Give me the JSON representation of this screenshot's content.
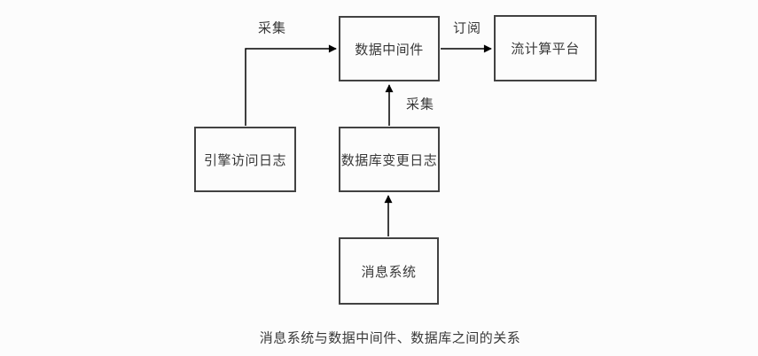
{
  "diagram": {
    "nodes": {
      "data_middleware": "数据中间件",
      "stream_platform": "流计算平台",
      "engine_access_log": "引擎访问日志",
      "db_change_log": "数据库变更日志",
      "message_system": "消息系统"
    },
    "edge_labels": {
      "collect_top_left": "采集",
      "subscribe": "订阅",
      "collect_middle": "采集"
    },
    "caption": "消息系统与数据中间件、数据库之间的关系",
    "colors": {
      "line": "#000000",
      "border": "#424242",
      "text": "#383838",
      "background": "#fcfcfc"
    }
  }
}
